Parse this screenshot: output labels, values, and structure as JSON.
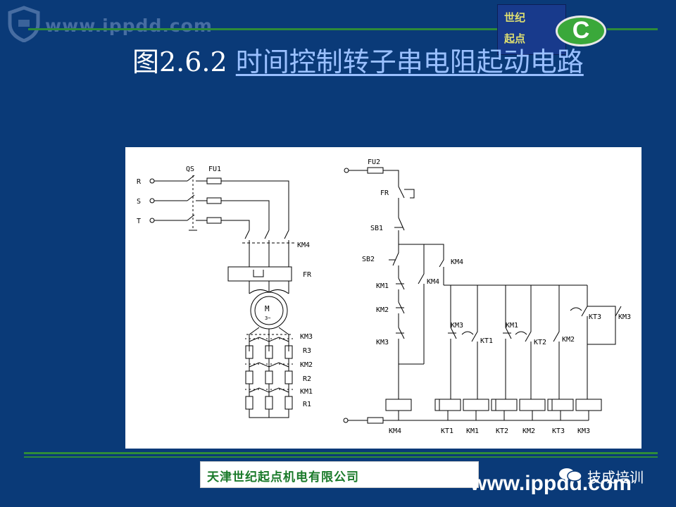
{
  "header": {
    "watermark_url": "www.ippdd.com",
    "badge_line1": "世纪",
    "badge_line2": "起点",
    "badge_letter": "C"
  },
  "title": {
    "figure_number": "图2.6.2 ",
    "text": "时间控制转子串电阻起动电路"
  },
  "diagram": {
    "power_circuit": {
      "phase_labels": [
        "R",
        "S",
        "T"
      ],
      "switch_label": "QS",
      "fuse_label": "FU1",
      "main_contactor": "KM4",
      "thermal_relay": "FR",
      "motor_label": "M",
      "motor_sub": "3~",
      "rotor_contacts": [
        "KM3",
        "KM2",
        "KM1"
      ],
      "resistors": [
        "R3",
        "R2",
        "R1"
      ]
    },
    "control_circuit": {
      "fuse_label": "FU2",
      "thermal_contact": "FR",
      "stop_button": "SB1",
      "start_button": "SB2",
      "interlock_contacts": [
        "KM1",
        "KM2",
        "KM3"
      ],
      "hold_contact": "KM4",
      "top_contact": "KM4",
      "branch_contacts": [
        "KM3",
        "KT1",
        "KM1",
        "KT2",
        "KM2",
        "KT3",
        "KM3"
      ],
      "coils": [
        "KM4",
        "KT1",
        "KM1",
        "KT2",
        "KM2",
        "KT3",
        "KM3"
      ]
    }
  },
  "footer": {
    "company": "天津世纪起点机电有限公司",
    "url": "www.ippdd.com",
    "wechat_name": "技成培训"
  }
}
